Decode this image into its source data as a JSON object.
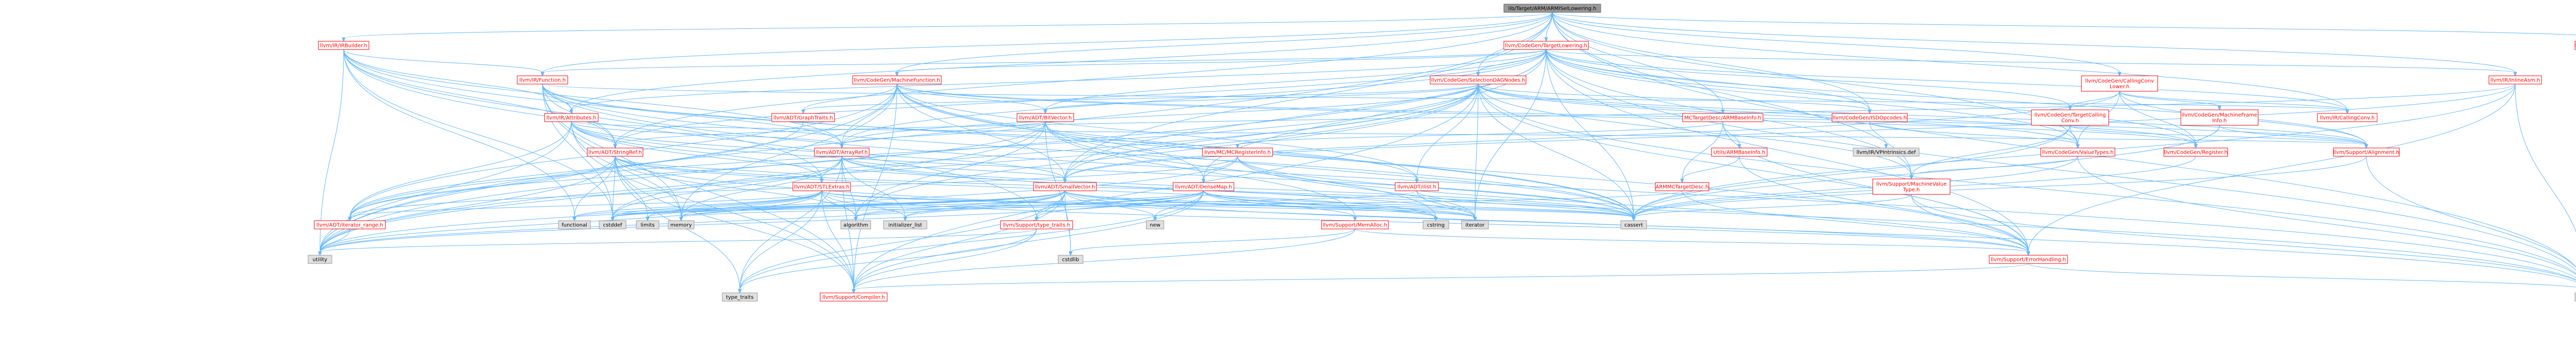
{
  "graph": {
    "colors": {
      "root_fill": "#999999",
      "root_border": "#666666",
      "linked_border": "#ff0000",
      "linked_text": "#ff0000",
      "external_fill": "#e0e0e0",
      "external_border": "#999999",
      "text": "#000000",
      "edge": "#63b8ff"
    },
    "nodes": [
      {
        "id": "root",
        "label": "lib/Target/ARM/ARMISelLowering.h",
        "kind": "root"
      },
      {
        "id": "IRBuilder",
        "label": "llvm/IR/IRBuilder.h",
        "kind": "linked"
      },
      {
        "id": "TargetLowering",
        "label": "llvm/CodeGen/TargetLowering.h",
        "kind": "linked"
      },
      {
        "id": "SupportCodeGen",
        "label": "llvm/Support/CodeGen.h",
        "kind": "linked"
      },
      {
        "id": "Function",
        "label": "llvm/IR/Function.h",
        "kind": "linked"
      },
      {
        "id": "MachineFunction",
        "label": "llvm/CodeGen/MachineFunction.h",
        "kind": "linked"
      },
      {
        "id": "SelectionDAGNodes",
        "label": "llvm/CodeGen/SelectionDAGNodes.h",
        "kind": "linked"
      },
      {
        "id": "CallingConvLower",
        "label": "llvm/CodeGen/CallingConv\nLower.h",
        "kind": "linked"
      },
      {
        "id": "InlineAsm",
        "label": "llvm/IR/InlineAsm.h",
        "kind": "linked"
      },
      {
        "id": "Attributes",
        "label": "llvm/IR/Attributes.h",
        "kind": "linked"
      },
      {
        "id": "GraphTraits",
        "label": "llvm/ADT/GraphTraits.h",
        "kind": "linked"
      },
      {
        "id": "BitVector",
        "label": "llvm/ADT/BitVector.h",
        "kind": "linked"
      },
      {
        "id": "ARMBaseInfo",
        "label": "MCTargetDesc/ARMBaseInfo.h",
        "kind": "linked"
      },
      {
        "id": "ISDOpcodes",
        "label": "llvm/CodeGen/ISDOpcodes.h",
        "kind": "linked"
      },
      {
        "id": "TargetCallingConv",
        "label": "llvm/CodeGen/TargetCalling\nConv.h",
        "kind": "linked"
      },
      {
        "id": "MachineFrameInfo",
        "label": "llvm/CodeGen/MachineFrame\nInfo.h",
        "kind": "linked"
      },
      {
        "id": "CallingConv",
        "label": "llvm/IR/CallingConv.h",
        "kind": "linked"
      },
      {
        "id": "StringRef",
        "label": "llvm/ADT/StringRef.h",
        "kind": "linked"
      },
      {
        "id": "ArrayRef",
        "label": "llvm/ADT/ArrayRef.h",
        "kind": "linked"
      },
      {
        "id": "MCRegisterInfo",
        "label": "llvm/MC/MCRegisterInfo.h",
        "kind": "linked"
      },
      {
        "id": "ARMBaseInfo2",
        "label": "Utils/ARMBaseInfo.h",
        "kind": "linked"
      },
      {
        "id": "IntrinsicsDef",
        "label": "llvm/IR/VPIntrinsics.def",
        "kind": "external"
      },
      {
        "id": "ValueTypes",
        "label": "llvm/CodeGen/ValueTypes.h",
        "kind": "linked"
      },
      {
        "id": "Register",
        "label": "llvm/CodeGen/Register.h",
        "kind": "linked"
      },
      {
        "id": "Alignment",
        "label": "llvm/Support/Alignment.h",
        "kind": "linked"
      },
      {
        "id": "STLExtras",
        "label": "llvm/ADT/STLExtras.h",
        "kind": "linked"
      },
      {
        "id": "SmallVector",
        "label": "llvm/ADT/SmallVector.h",
        "kind": "linked"
      },
      {
        "id": "DenseMap",
        "label": "llvm/ADT/DenseMap.h",
        "kind": "linked"
      },
      {
        "id": "ilist",
        "label": "llvm/ADT/ilist.h",
        "kind": "linked"
      },
      {
        "id": "ARMMCTargetDesc",
        "label": "ARMMCTargetDesc.h",
        "kind": "linked"
      },
      {
        "id": "MachineValueType",
        "label": "llvm/Support/MachineValue\nType.h",
        "kind": "linked"
      },
      {
        "id": "iterator_range",
        "label": "llvm/ADT/iterator_range.h",
        "kind": "linked"
      },
      {
        "id": "type_traits_support",
        "label": "llvm/Support/type_traits.h",
        "kind": "linked"
      },
      {
        "id": "MemAlloc",
        "label": "llvm/Support/MemAlloc.h",
        "kind": "linked"
      },
      {
        "id": "ErrorHandling",
        "label": "llvm/Support/ErrorHandling.h",
        "kind": "linked"
      },
      {
        "id": "Compiler",
        "label": "llvm/Support/Compiler.h",
        "kind": "linked"
      },
      {
        "id": "functional",
        "label": "functional",
        "kind": "external"
      },
      {
        "id": "cstddef",
        "label": "cstddef",
        "kind": "external"
      },
      {
        "id": "limits",
        "label": "limits",
        "kind": "external"
      },
      {
        "id": "memory",
        "label": "memory",
        "kind": "external"
      },
      {
        "id": "algorithm",
        "label": "algorithm",
        "kind": "external"
      },
      {
        "id": "initializer_list",
        "label": "initializer_list",
        "kind": "external"
      },
      {
        "id": "new",
        "label": "new",
        "kind": "external"
      },
      {
        "id": "cstring",
        "label": "cstring",
        "kind": "external"
      },
      {
        "id": "iterator",
        "label": "iterator",
        "kind": "external"
      },
      {
        "id": "cassert",
        "label": "cassert",
        "kind": "external"
      },
      {
        "id": "cstdlib",
        "label": "cstdlib",
        "kind": "external"
      },
      {
        "id": "utility",
        "label": "utility",
        "kind": "external"
      },
      {
        "id": "type_traits",
        "label": "type_traits",
        "kind": "external"
      },
      {
        "id": "string",
        "label": "string",
        "kind": "external"
      }
    ]
  }
}
